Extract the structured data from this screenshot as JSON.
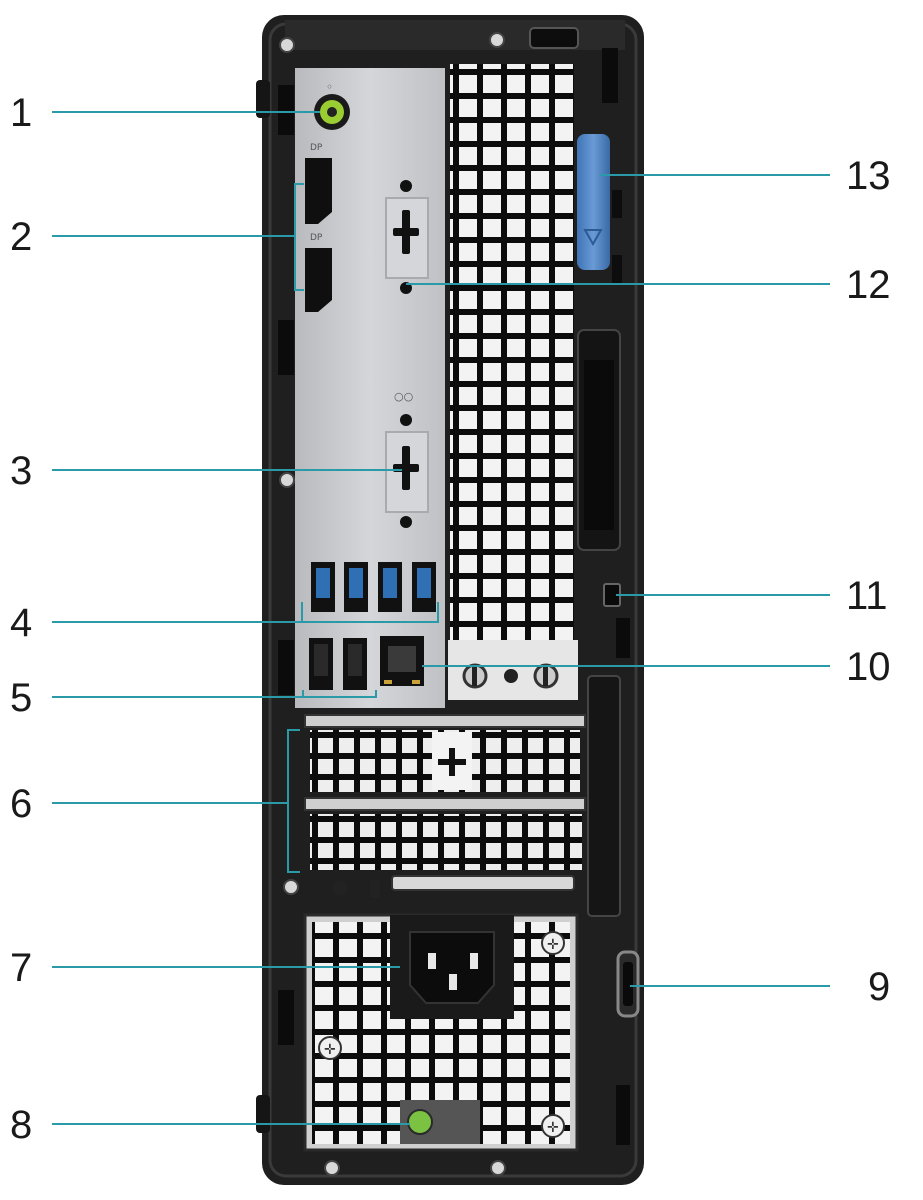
{
  "figure": {
    "subject": "Desktop computer rear panel",
    "colors": {
      "chassis": "#1f1f1f",
      "chassis_edge": "#3a3a3a",
      "io_plate": "#c4c6ca",
      "port_black": "#111111",
      "usb_blue": "#2f6fb3",
      "audio_green": "#9acd32",
      "power_led": "#7cc242",
      "latch_blue": "#4f86c6",
      "leader_line": "#2b9aa8"
    },
    "callouts": [
      {
        "id": "1",
        "label": "1",
        "target": "audio-line-out-port"
      },
      {
        "id": "2",
        "label": "2",
        "target": "displayport-ports"
      },
      {
        "id": "3",
        "label": "3",
        "target": "optional-port-slot-lower"
      },
      {
        "id": "4",
        "label": "4",
        "target": "usb-3-ports"
      },
      {
        "id": "5",
        "label": "5",
        "target": "usb-2-ports"
      },
      {
        "id": "6",
        "label": "6",
        "target": "expansion-card-slots"
      },
      {
        "id": "7",
        "label": "7",
        "target": "power-connector"
      },
      {
        "id": "8",
        "label": "8",
        "target": "power-supply-diagnostic-light"
      },
      {
        "id": "9",
        "label": "9",
        "target": "padlock-ring"
      },
      {
        "id": "10",
        "label": "10",
        "target": "network-port"
      },
      {
        "id": "11",
        "label": "11",
        "target": "security-cable-slot"
      },
      {
        "id": "12",
        "label": "12",
        "target": "optional-port-slot-upper"
      },
      {
        "id": "13",
        "label": "13",
        "target": "release-latch"
      }
    ]
  }
}
